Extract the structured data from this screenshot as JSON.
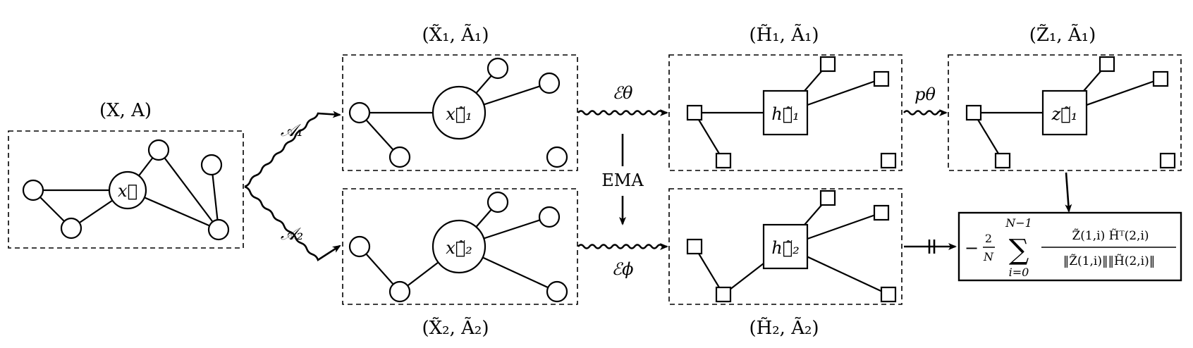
{
  "panels": {
    "input": {
      "title": "(X, A)",
      "center_label": "x⃗"
    },
    "view1": {
      "title": "(X̃₁, Ã₁)",
      "center_label": "x⃗̃₁"
    },
    "view2": {
      "title": "(X̃₂, Ã₂)",
      "center_label": "x⃗̃₂"
    },
    "online_enc": {
      "title": "(H̃₁, Ã₁)",
      "center_label": "h⃗̃₁"
    },
    "target_enc": {
      "title": "(H̃₂, Ã₂)",
      "center_label": "h⃗̃₂"
    },
    "predictor": {
      "title": "(Z̃₁, Ã₁)",
      "center_label": "z⃗̃₁"
    }
  },
  "arrows": {
    "aug1": "𝒜₁",
    "aug2": "𝒜₂",
    "enc_theta": "ℰθ",
    "enc_phi": "ℰϕ",
    "ema": "EMA",
    "pred": "pθ",
    "stop_grad": "//"
  },
  "loss": {
    "prefix": "−",
    "frac_num": "2",
    "frac_den": "N",
    "sum_upper": "N−1",
    "sum_lower": "i=0",
    "numerator": "Z̃(1,i) H̃ᵀ(2,i)",
    "denominator": "‖Z̃(1,i)‖‖H̃(2,i)‖"
  }
}
